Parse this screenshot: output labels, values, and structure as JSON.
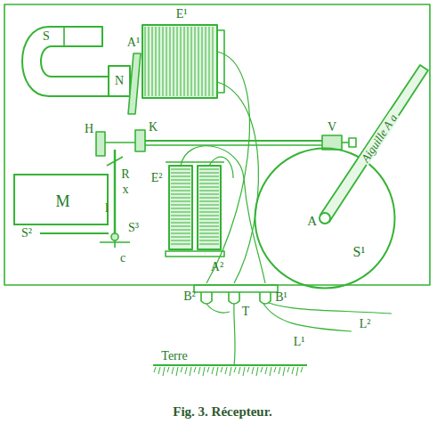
{
  "diagram": {
    "caption": "Fig. 3. Récepteur.",
    "nodes": [
      {
        "text": [
          "M"
        ]
      },
      {
        "text": [
          "A",
          "S¹"
        ]
      }
    ],
    "labels": [
      "S",
      "N",
      "A¹",
      "E¹",
      "H",
      "K",
      "R",
      "x",
      "l",
      "S²",
      "S³",
      "c",
      "E²",
      "A²",
      "V",
      "Aiguille A a",
      "B²",
      "T",
      "B¹",
      "L¹",
      "L²",
      "Terre"
    ]
  }
}
